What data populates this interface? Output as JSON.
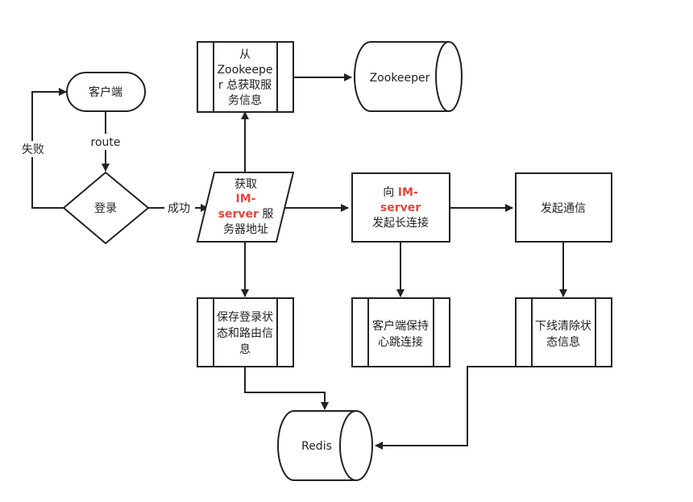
{
  "colors": {
    "stroke": "#222222",
    "fill": "#ffffff",
    "highlight": "#e8453c"
  },
  "nodes": {
    "client": {
      "label": "客户端"
    },
    "login": {
      "label": "登录"
    },
    "get_server": {
      "line1": "获取",
      "highlight": "IM-",
      "highlight2": "server",
      "line3_rest": " 服",
      "line4": "务器地址"
    },
    "zk_fetch": {
      "line1": "从",
      "line2": "Zookeepe",
      "line3": "r 总获取服",
      "line4": "务信息"
    },
    "zookeeper": {
      "label": "Zookeeper"
    },
    "connect": {
      "line1": "向 ",
      "highlight": "IM-",
      "highlight2": "server",
      "line3": "发起长连接"
    },
    "communicate": {
      "label": "发起通信"
    },
    "save_state": {
      "line1": "保存登录状",
      "line2": "态和路由信",
      "line3": "息"
    },
    "heartbeat": {
      "line1": "客户端保持",
      "line2": "心跳连接"
    },
    "offline": {
      "line1": "下线清除状",
      "line2": "态信息"
    },
    "redis": {
      "label": "Redis"
    }
  },
  "edges": {
    "route": "route",
    "fail": "失败",
    "success": "成功"
  }
}
